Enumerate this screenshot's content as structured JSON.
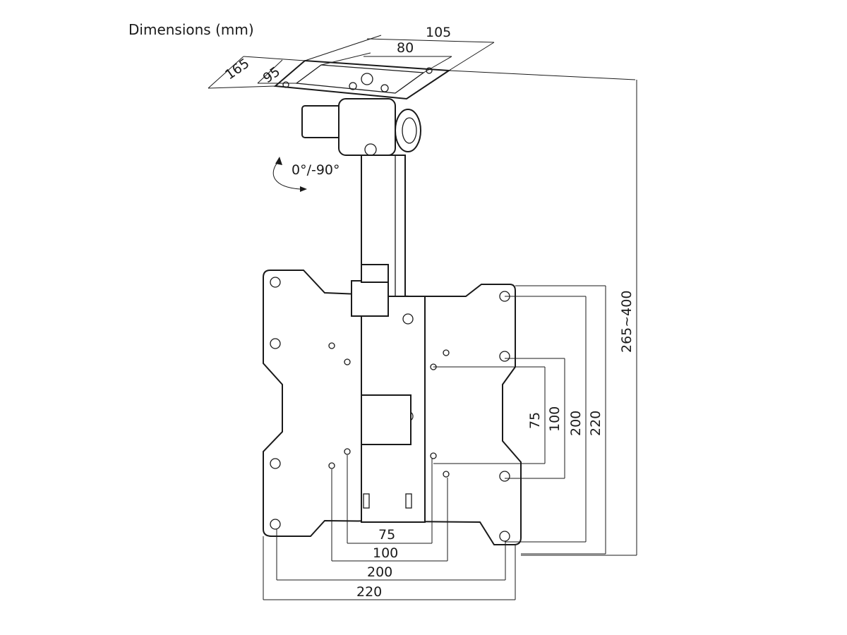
{
  "title": "Dimensions (mm)",
  "ceiling_plate": {
    "width_outer": "105",
    "width_inner": "80",
    "depth_outer": "165",
    "depth_inner": "95"
  },
  "tilt_label": "0°/-90°",
  "height_range": "265~400",
  "vesa_vertical": [
    "75",
    "100",
    "200",
    "220"
  ],
  "vesa_horizontal": [
    "75",
    "100",
    "200",
    "220"
  ]
}
